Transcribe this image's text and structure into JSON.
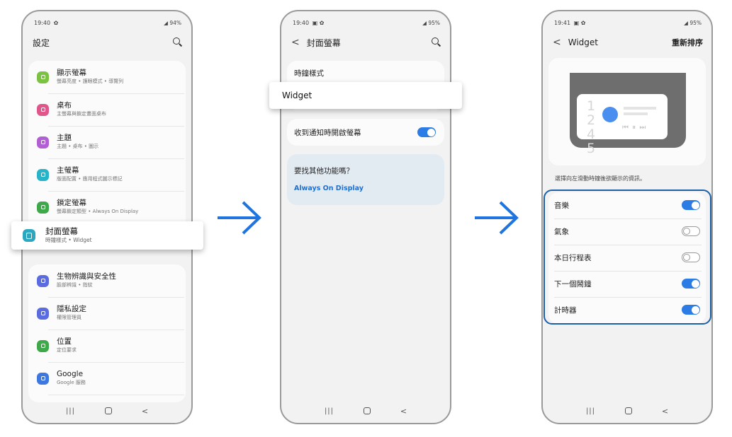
{
  "phone1": {
    "status": {
      "time": "19:40",
      "battery": "94%"
    },
    "header": {
      "title": "設定"
    },
    "items": [
      {
        "title": "顯示螢幕",
        "subtitle": "螢幕亮度 • 護眼模式 • 導覽列",
        "color": "#7cc242",
        "icon": "sun-icon"
      },
      {
        "title": "桌布",
        "subtitle": "主螢幕與鎖定畫面桌布",
        "color": "#e0568a",
        "icon": "wallpaper-icon"
      },
      {
        "title": "主題",
        "subtitle": "主題 • 桌布 • 圖示",
        "color": "#b35fd4",
        "icon": "theme-icon"
      },
      {
        "title": "主螢幕",
        "subtitle": "版面配置 • 應用程式圖示標記",
        "color": "#27b3c8",
        "icon": "home-icon"
      },
      {
        "title": "鎖定螢幕",
        "subtitle": "螢幕鎖定類型 • Always On Display",
        "color": "#3fa94a",
        "icon": "lock-icon"
      }
    ],
    "highlight": {
      "title": "封面螢幕",
      "subtitle": "時鐘樣式 • Widget",
      "color": "#2ca7c0",
      "icon": "cover-screen-icon"
    },
    "items2": [
      {
        "title": "生物辨識與安全性",
        "subtitle": "臉部辨識 • 指紋",
        "color": "#5b6ce0",
        "icon": "shield-icon"
      },
      {
        "title": "隱私設定",
        "subtitle": "權限管理員",
        "color": "#5b6ce0",
        "icon": "privacy-icon"
      },
      {
        "title": "位置",
        "subtitle": "定位要求",
        "color": "#3fa94a",
        "icon": "location-icon"
      },
      {
        "title": "Google",
        "subtitle": "Google 服務",
        "color": "#3c78e0",
        "icon": "google-icon"
      }
    ]
  },
  "phone2": {
    "status": {
      "time": "19:40",
      "battery": "95%"
    },
    "header": {
      "title": "封面螢幕"
    },
    "clock_style": "時鐘樣式",
    "widget_popout": "Widget",
    "notify_label": "收到通知時開啟螢幕",
    "notify_on": true,
    "other_title": "要找其他功能嗎？",
    "other_link": "Always On Display",
    "link_color": "#1f6fd1"
  },
  "phone3": {
    "status": {
      "time": "19:41",
      "battery": "95%"
    },
    "header": {
      "title": "Widget",
      "action": "重新排序"
    },
    "caption": "選擇向左滑動時鐘後欲顯示的資訊。",
    "preview_clock": "12 45",
    "widgets": [
      {
        "label": "音樂",
        "on": true
      },
      {
        "label": "氣象",
        "on": false
      },
      {
        "label": "本日行程表",
        "on": false
      },
      {
        "label": "下一個鬧鐘",
        "on": true
      },
      {
        "label": "計時器",
        "on": true
      }
    ],
    "highlight_color": "#1d5fa8"
  },
  "colors": {
    "accent": "#2b7ce5",
    "arrow": "#1f74e0"
  }
}
